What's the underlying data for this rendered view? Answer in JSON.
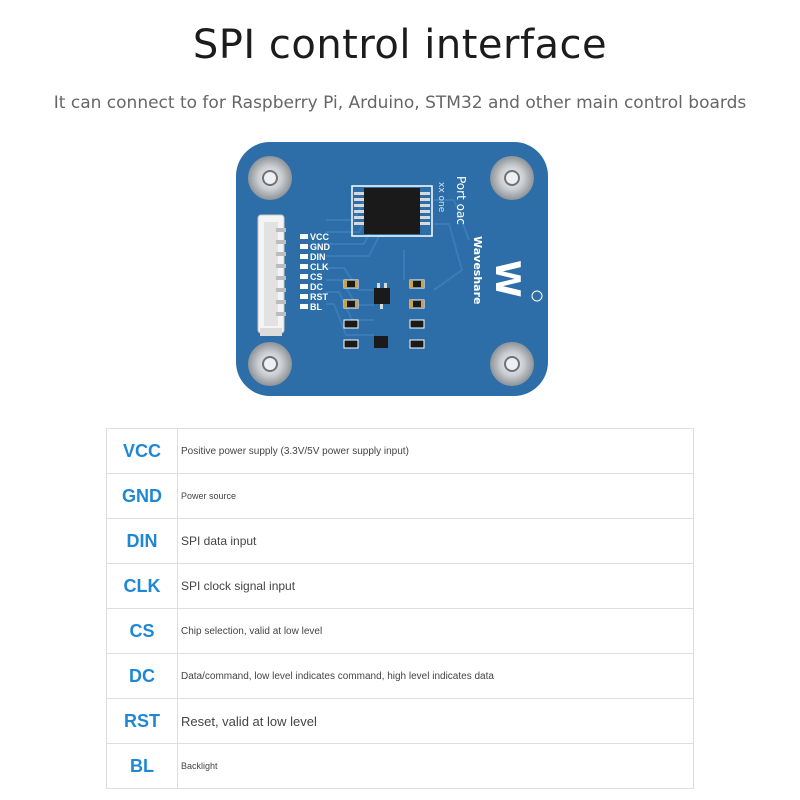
{
  "header": {
    "title": "SPI control interface",
    "subtitle": "It can connect to for Raspberry Pi, Arduino, STM32 and other main control boards"
  },
  "board": {
    "pin_labels": [
      "VCC",
      "GND",
      "DIN",
      "CLK",
      "CS",
      "DC",
      "RST",
      "BL"
    ],
    "brand": "Waveshare",
    "logo_mark": "W",
    "silk_text_1": "Port oac",
    "silk_text_2": "xx one",
    "colors": {
      "pcb": "#2d6ea9",
      "silk": "#ffffff",
      "connector": "#f4f4f4",
      "chip": "#1a1a1a"
    }
  },
  "pins": [
    {
      "name": "VCC",
      "desc": "Positive power supply (3.3V/5V power supply input)"
    },
    {
      "name": "GND",
      "desc": "Power source"
    },
    {
      "name": "DIN",
      "desc": "SPI data input"
    },
    {
      "name": "CLK",
      "desc": "SPI clock signal input"
    },
    {
      "name": "CS",
      "desc": "Chip selection, valid at low level"
    },
    {
      "name": "DC",
      "desc": "Data/command, low level indicates command, high level indicates data"
    },
    {
      "name": "RST",
      "desc": "Reset, valid at low level"
    },
    {
      "name": "BL",
      "desc": "Backlight"
    }
  ],
  "colors": {
    "pin_name": "#1e88d6",
    "border": "#dedede",
    "text": "#444444"
  }
}
